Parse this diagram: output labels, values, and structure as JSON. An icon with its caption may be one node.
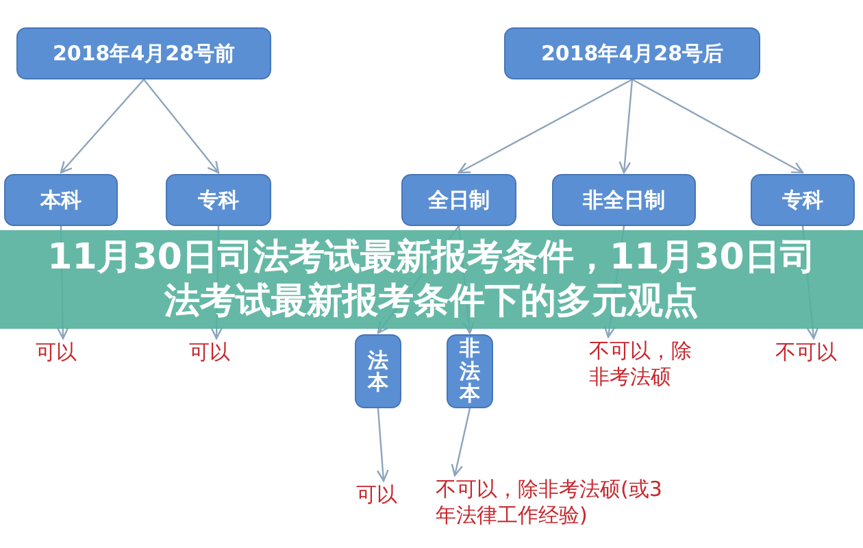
{
  "diagram": {
    "title": "11月30日司法考试最新报考条件，11月30日司法考试最新报考条件下的多元观点",
    "nodes": [
      {
        "text": [
          "2018年4月28号前"
        ]
      },
      {
        "text": [
          "2018年4月28号后"
        ]
      },
      {
        "text": [
          "本科"
        ]
      },
      {
        "text": [
          "专科"
        ]
      },
      {
        "text": [
          "全日制"
        ]
      },
      {
        "text": [
          "非全日制"
        ]
      },
      {
        "text": [
          "专科"
        ]
      },
      {
        "text": [
          "可以"
        ]
      },
      {
        "text": [
          "可以"
        ]
      },
      {
        "text": [
          "法本"
        ]
      },
      {
        "text": [
          "非法本"
        ]
      },
      {
        "text": [
          "不可以，除非考法硕"
        ]
      },
      {
        "text": [
          "不可以"
        ]
      },
      {
        "text": [
          "可以"
        ]
      },
      {
        "text": [
          "不可以，除非考法硕(或3年法律工作经验)"
        ]
      }
    ],
    "edges": [
      {
        "from": 0,
        "to": 2,
        "arrow": "to"
      },
      {
        "from": 0,
        "to": 3,
        "arrow": "to"
      },
      {
        "from": 1,
        "to": 4,
        "arrow": "to"
      },
      {
        "from": 1,
        "to": 5,
        "arrow": "to"
      },
      {
        "from": 1,
        "to": 6,
        "arrow": "to"
      },
      {
        "from": 2,
        "to": 7,
        "arrow": "to"
      },
      {
        "from": 3,
        "to": 8,
        "arrow": "to"
      },
      {
        "from": 4,
        "to": 9,
        "arrow": "to"
      },
      {
        "from": 4,
        "to": 10,
        "arrow": "to"
      },
      {
        "from": 5,
        "to": 11,
        "arrow": "to"
      },
      {
        "from": 6,
        "to": 12,
        "arrow": "to"
      },
      {
        "from": 9,
        "to": 13,
        "arrow": "to"
      },
      {
        "from": 10,
        "to": 14,
        "arrow": "to"
      }
    ]
  }
}
